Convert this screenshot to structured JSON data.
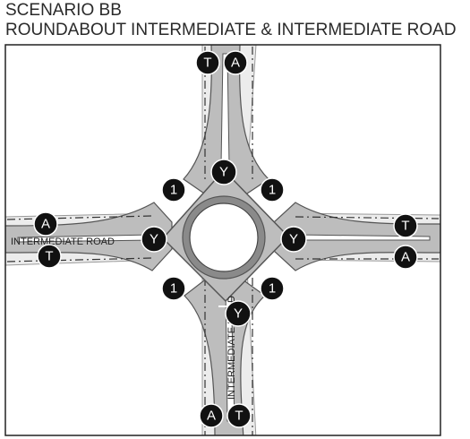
{
  "header": {
    "title": "SCENARIO BB",
    "subtitle": "ROUNDABOUT INTERMEDIATE & INTERMEDIATE ROAD"
  },
  "roads": {
    "west_label": "INTERMEDIATE ROAD",
    "south_label": "INTERMEDIATE ROAD"
  },
  "markers": {
    "north_t": "T",
    "north_a": "A",
    "west_a": "A",
    "west_t": "T",
    "east_t": "T",
    "east_a": "A",
    "south_a": "A",
    "south_t": "T",
    "yield_north": "Y",
    "yield_west": "Y",
    "yield_east": "Y",
    "yield_south": "Y",
    "lane_nw": "1",
    "lane_ne": "1",
    "lane_sw": "1",
    "lane_se": "1"
  },
  "colors": {
    "pavement": "#bdbdbd",
    "pavement_edge": "#555555",
    "island": "#ffffff",
    "island_ring": "#7a7a7a",
    "frame": "#222222",
    "marker_fill": "#111111"
  }
}
